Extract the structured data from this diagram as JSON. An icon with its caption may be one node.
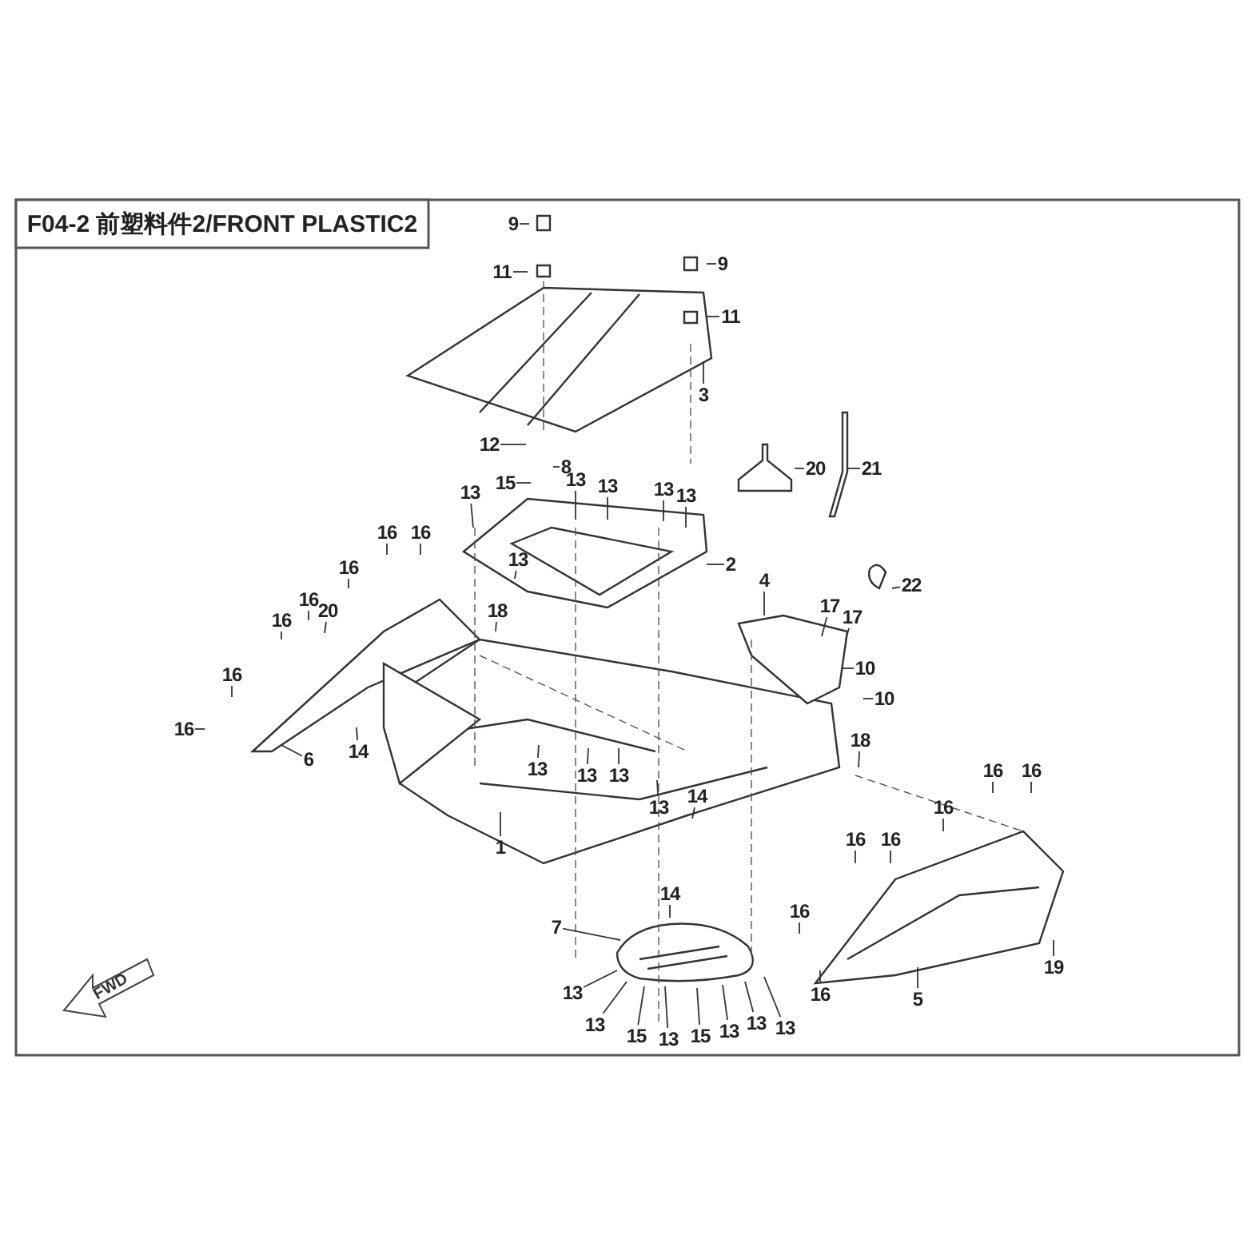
{
  "diagram": {
    "title": "F04-2 前塑料件2/FRONT PLASTIC2",
    "nodes": [
      {
        "text": [
          "9"
        ]
      },
      {
        "text": [
          "9"
        ]
      },
      {
        "text": [
          "11"
        ]
      },
      {
        "text": [
          "11"
        ]
      },
      {
        "text": [
          "3"
        ]
      },
      {
        "text": [
          "12"
        ]
      },
      {
        "text": [
          "20"
        ]
      },
      {
        "text": [
          "21"
        ]
      },
      {
        "text": [
          "8"
        ]
      },
      {
        "text": [
          "13"
        ]
      },
      {
        "text": [
          "15"
        ]
      },
      {
        "text": [
          "13"
        ]
      },
      {
        "text": [
          "13"
        ]
      },
      {
        "text": [
          "13"
        ]
      },
      {
        "text": [
          "13"
        ]
      },
      {
        "text": [
          "16"
        ]
      },
      {
        "text": [
          "16"
        ]
      },
      {
        "text": [
          "13"
        ]
      },
      {
        "text": [
          "2"
        ]
      },
      {
        "text": [
          "16"
        ]
      },
      {
        "text": [
          "4"
        ]
      },
      {
        "text": [
          "22"
        ]
      },
      {
        "text": [
          "16"
        ]
      },
      {
        "text": [
          "20"
        ]
      },
      {
        "text": [
          "17"
        ]
      },
      {
        "text": [
          "18"
        ]
      },
      {
        "text": [
          "16"
        ]
      },
      {
        "text": [
          "17"
        ]
      },
      {
        "text": [
          "10"
        ]
      },
      {
        "text": [
          "16"
        ]
      },
      {
        "text": [
          "10"
        ]
      },
      {
        "text": [
          "16"
        ]
      },
      {
        "text": [
          "14"
        ]
      },
      {
        "text": [
          "18"
        ]
      },
      {
        "text": [
          "6"
        ]
      },
      {
        "text": [
          "13"
        ]
      },
      {
        "text": [
          "13"
        ]
      },
      {
        "text": [
          "13"
        ]
      },
      {
        "text": [
          "16"
        ]
      },
      {
        "text": [
          "16"
        ]
      },
      {
        "text": [
          "14"
        ]
      },
      {
        "text": [
          "13"
        ]
      },
      {
        "text": [
          "16"
        ]
      },
      {
        "text": [
          "1"
        ]
      },
      {
        "text": [
          "16"
        ]
      },
      {
        "text": [
          "16"
        ]
      },
      {
        "text": [
          "14"
        ]
      },
      {
        "text": [
          "16"
        ]
      },
      {
        "text": [
          "7"
        ]
      },
      {
        "text": [
          "13"
        ]
      },
      {
        "text": [
          "19"
        ]
      },
      {
        "text": [
          "13"
        ]
      },
      {
        "text": [
          "16"
        ]
      },
      {
        "text": [
          "5"
        ]
      },
      {
        "text": [
          "13"
        ]
      },
      {
        "text": [
          "15"
        ]
      },
      {
        "text": [
          "13"
        ]
      },
      {
        "text": [
          "13"
        ]
      },
      {
        "text": [
          "15"
        ]
      },
      {
        "text": [
          "13"
        ]
      }
    ],
    "edges": [
      {
        "from": 0,
        "to": null,
        "arrow": "none"
      },
      {
        "from": 1,
        "to": null,
        "arrow": "none"
      },
      {
        "from": 2,
        "to": null,
        "arrow": "none"
      },
      {
        "from": 3,
        "to": null,
        "arrow": "none"
      },
      {
        "from": 4,
        "to": null,
        "arrow": "none"
      },
      {
        "from": 5,
        "to": null,
        "arrow": "none"
      },
      {
        "from": 6,
        "to": null,
        "arrow": "none"
      },
      {
        "from": 7,
        "to": null,
        "arrow": "none"
      },
      {
        "from": 8,
        "to": null,
        "arrow": "none"
      },
      {
        "from": 9,
        "to": null,
        "arrow": "none"
      },
      {
        "from": 10,
        "to": null,
        "arrow": "none"
      },
      {
        "from": 11,
        "to": null,
        "arrow": "none"
      },
      {
        "from": 12,
        "to": null,
        "arrow": "none"
      },
      {
        "from": 13,
        "to": null,
        "arrow": "none"
      },
      {
        "from": 14,
        "to": null,
        "arrow": "none"
      },
      {
        "from": 15,
        "to": null,
        "arrow": "none"
      },
      {
        "from": 16,
        "to": null,
        "arrow": "none"
      },
      {
        "from": 17,
        "to": null,
        "arrow": "none"
      },
      {
        "from": 18,
        "to": null,
        "arrow": "none"
      },
      {
        "from": 19,
        "to": null,
        "arrow": "none"
      },
      {
        "from": 20,
        "to": null,
        "arrow": "none"
      },
      {
        "from": 21,
        "to": null,
        "arrow": "none"
      },
      {
        "from": 22,
        "to": null,
        "arrow": "none"
      },
      {
        "from": 23,
        "to": null,
        "arrow": "none"
      },
      {
        "from": 24,
        "to": null,
        "arrow": "none"
      },
      {
        "from": 25,
        "to": null,
        "arrow": "none"
      },
      {
        "from": 26,
        "to": null,
        "arrow": "none"
      },
      {
        "from": 27,
        "to": null,
        "arrow": "none"
      },
      {
        "from": 28,
        "to": null,
        "arrow": "none"
      },
      {
        "from": 29,
        "to": null,
        "arrow": "none"
      },
      {
        "from": 30,
        "to": null,
        "arrow": "none"
      },
      {
        "from": 31,
        "to": null,
        "arrow": "none"
      },
      {
        "from": 32,
        "to": null,
        "arrow": "none"
      },
      {
        "from": 33,
        "to": null,
        "arrow": "none"
      },
      {
        "from": 34,
        "to": null,
        "arrow": "none"
      },
      {
        "from": 35,
        "to": null,
        "arrow": "none"
      },
      {
        "from": 36,
        "to": null,
        "arrow": "none"
      },
      {
        "from": 37,
        "to": null,
        "arrow": "none"
      },
      {
        "from": 38,
        "to": null,
        "arrow": "none"
      },
      {
        "from": 39,
        "to": null,
        "arrow": "none"
      },
      {
        "from": 40,
        "to": null,
        "arrow": "none"
      },
      {
        "from": 41,
        "to": null,
        "arrow": "none"
      },
      {
        "from": 42,
        "to": null,
        "arrow": "none"
      },
      {
        "from": 43,
        "to": null,
        "arrow": "none"
      },
      {
        "from": 44,
        "to": null,
        "arrow": "none"
      },
      {
        "from": 45,
        "to": null,
        "arrow": "none"
      },
      {
        "from": 46,
        "to": null,
        "arrow": "none"
      },
      {
        "from": 47,
        "to": null,
        "arrow": "none"
      },
      {
        "from": 48,
        "to": null,
        "arrow": "none"
      },
      {
        "from": 49,
        "to": null,
        "arrow": "none"
      },
      {
        "from": 50,
        "to": null,
        "arrow": "none"
      },
      {
        "from": 51,
        "to": null,
        "arrow": "none"
      },
      {
        "from": 52,
        "to": null,
        "arrow": "none"
      },
      {
        "from": 53,
        "to": null,
        "arrow": "none"
      },
      {
        "from": 54,
        "to": null,
        "arrow": "none"
      },
      {
        "from": 55,
        "to": null,
        "arrow": "none"
      },
      {
        "from": 56,
        "to": null,
        "arrow": "none"
      },
      {
        "from": 57,
        "to": null,
        "arrow": "none"
      },
      {
        "from": 58,
        "to": null,
        "arrow": "none"
      },
      {
        "from": 59,
        "to": null,
        "arrow": "none"
      }
    ],
    "labels": [
      "FWD"
    ]
  }
}
